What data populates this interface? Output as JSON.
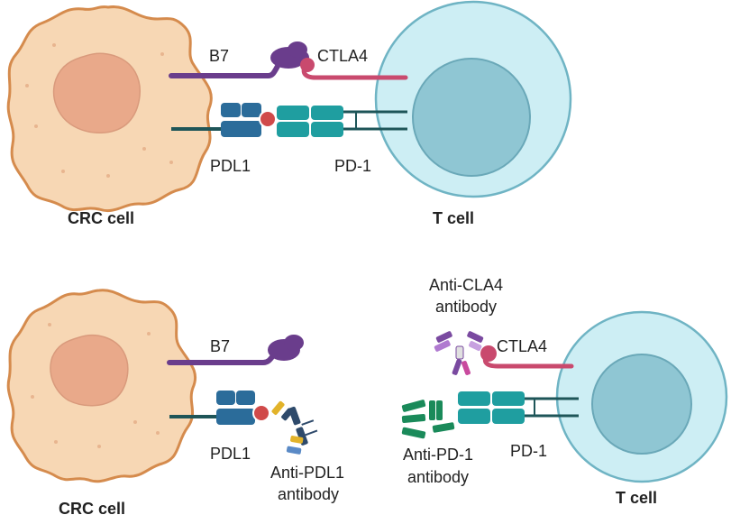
{
  "panels": [
    {
      "crc_label": "CRC cell",
      "t_label": "T cell",
      "b7_label": "B7",
      "ctla4_label": "CTLA4",
      "pdl1_label": "PDL1",
      "pd1_label": "PD-1"
    },
    {
      "crc_label": "CRC cell",
      "t_label": "T cell",
      "b7_label": "B7",
      "ctla4_label": "CTLA4",
      "pdl1_label": "PDL1",
      "pd1_label": "PD-1",
      "anti_ctla4_line1": "Anti-CLA4",
      "anti_ctla4_line2": "antibody",
      "anti_pdl1_line1": "Anti-PDL1",
      "anti_pdl1_line2": "antibody",
      "anti_pd1_line1": "Anti-PD-1",
      "anti_pd1_line2": "antibody"
    }
  ],
  "colors": {
    "crc_fill": "#f7d7b4",
    "crc_stroke": "#d58b4d",
    "crc_nucleus": "#e9a98a",
    "t_fill": "#cdeef4",
    "t_stroke": "#6fb4c4",
    "t_nucleus": "#8fc6d3",
    "b7": "#6a3d8c",
    "ctla4": "#c94a6e",
    "pdl1": "#2b6c9a",
    "pd1": "#1f9ea0",
    "membrane_line": "#1e5558",
    "ligand_dot": "#d04a4a",
    "antibody_pdl1_heavy": "#2e4a6b",
    "antibody_pdl1_light": "#e2b32a",
    "antibody_pd1": "#1a8a5a",
    "antibody_ctla4": "#7a4aa0"
  }
}
